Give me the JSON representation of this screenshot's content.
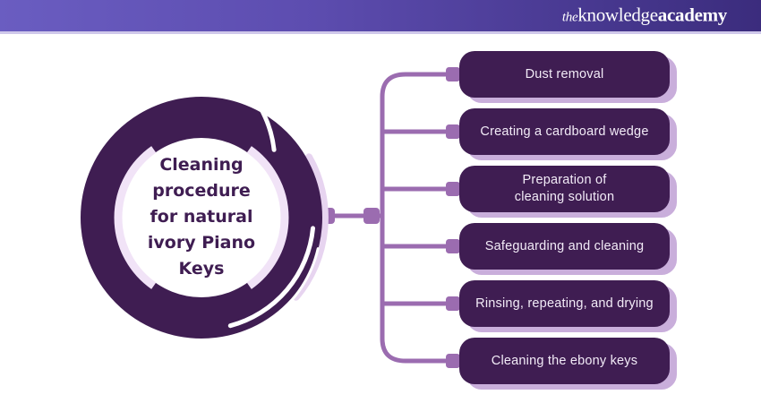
{
  "header": {
    "logo": {
      "the": "the",
      "knowledge": "knowledge",
      "academy": "academy"
    }
  },
  "diagram": {
    "center_label": "Cleaning\nprocedure\nfor natural\nivory Piano\nKeys",
    "nodes": [
      {
        "label": "Dust removal"
      },
      {
        "label": "Creating a cardboard wedge"
      },
      {
        "label": "Preparation of\ncleaning solution"
      },
      {
        "label": "Safeguarding and cleaning"
      },
      {
        "label": "Rinsing, repeating, and drying"
      },
      {
        "label": "Cleaning the ebony keys"
      }
    ],
    "colors": {
      "dark_plum": "#3F1D52",
      "connector_purple": "#9B6CB0",
      "shadow_lavender": "#C9AEDB",
      "pale_lavender": "#F1E3F7",
      "node_text": "#F2EBF7",
      "header_gradient_left": "#6A5DC1",
      "header_gradient_right": "#3B2C7D"
    }
  }
}
